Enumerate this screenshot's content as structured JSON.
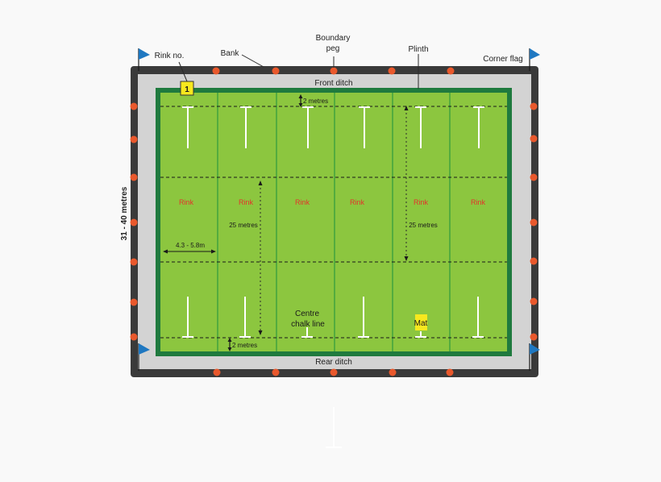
{
  "labels": {
    "boundary_peg": [
      "Boundary",
      "peg"
    ],
    "plinth": "Plinth",
    "rink_no": "Rink no.",
    "bank": "Bank",
    "corner_flag": "Corner flag",
    "front_ditch": "Front ditch",
    "rear_ditch": "Rear ditch",
    "width_range": "31 - 40 metres",
    "rink_width": "4.3 - 5.8m",
    "length_left": "25 metres",
    "length_right": "25 metres",
    "dist_top": "2 metres",
    "dist_bottom": "2 metres",
    "centre_chalk_line": [
      "Centre",
      "chalk line"
    ],
    "mat": "Mat",
    "rink_number_badge": "1"
  },
  "rinks": [
    "Rink",
    "Rink",
    "Rink",
    "Rink",
    "Rink",
    "Rink"
  ],
  "colors": {
    "background": "#f9f9f9",
    "bank": "#3a3a3a",
    "ditch": "#d3d3d3",
    "green_border": "#1f7a3e",
    "grass": "#8cc63f",
    "rink_divider": "#2e9a3e",
    "peg": "#e9582c",
    "rink_text": "#e4322b",
    "flag": "#1f78c1",
    "badge": "#f7e81e",
    "label_text": "#222222"
  },
  "icons": {
    "flag": "corner-flag-icon",
    "peg": "boundary-peg-icon"
  }
}
